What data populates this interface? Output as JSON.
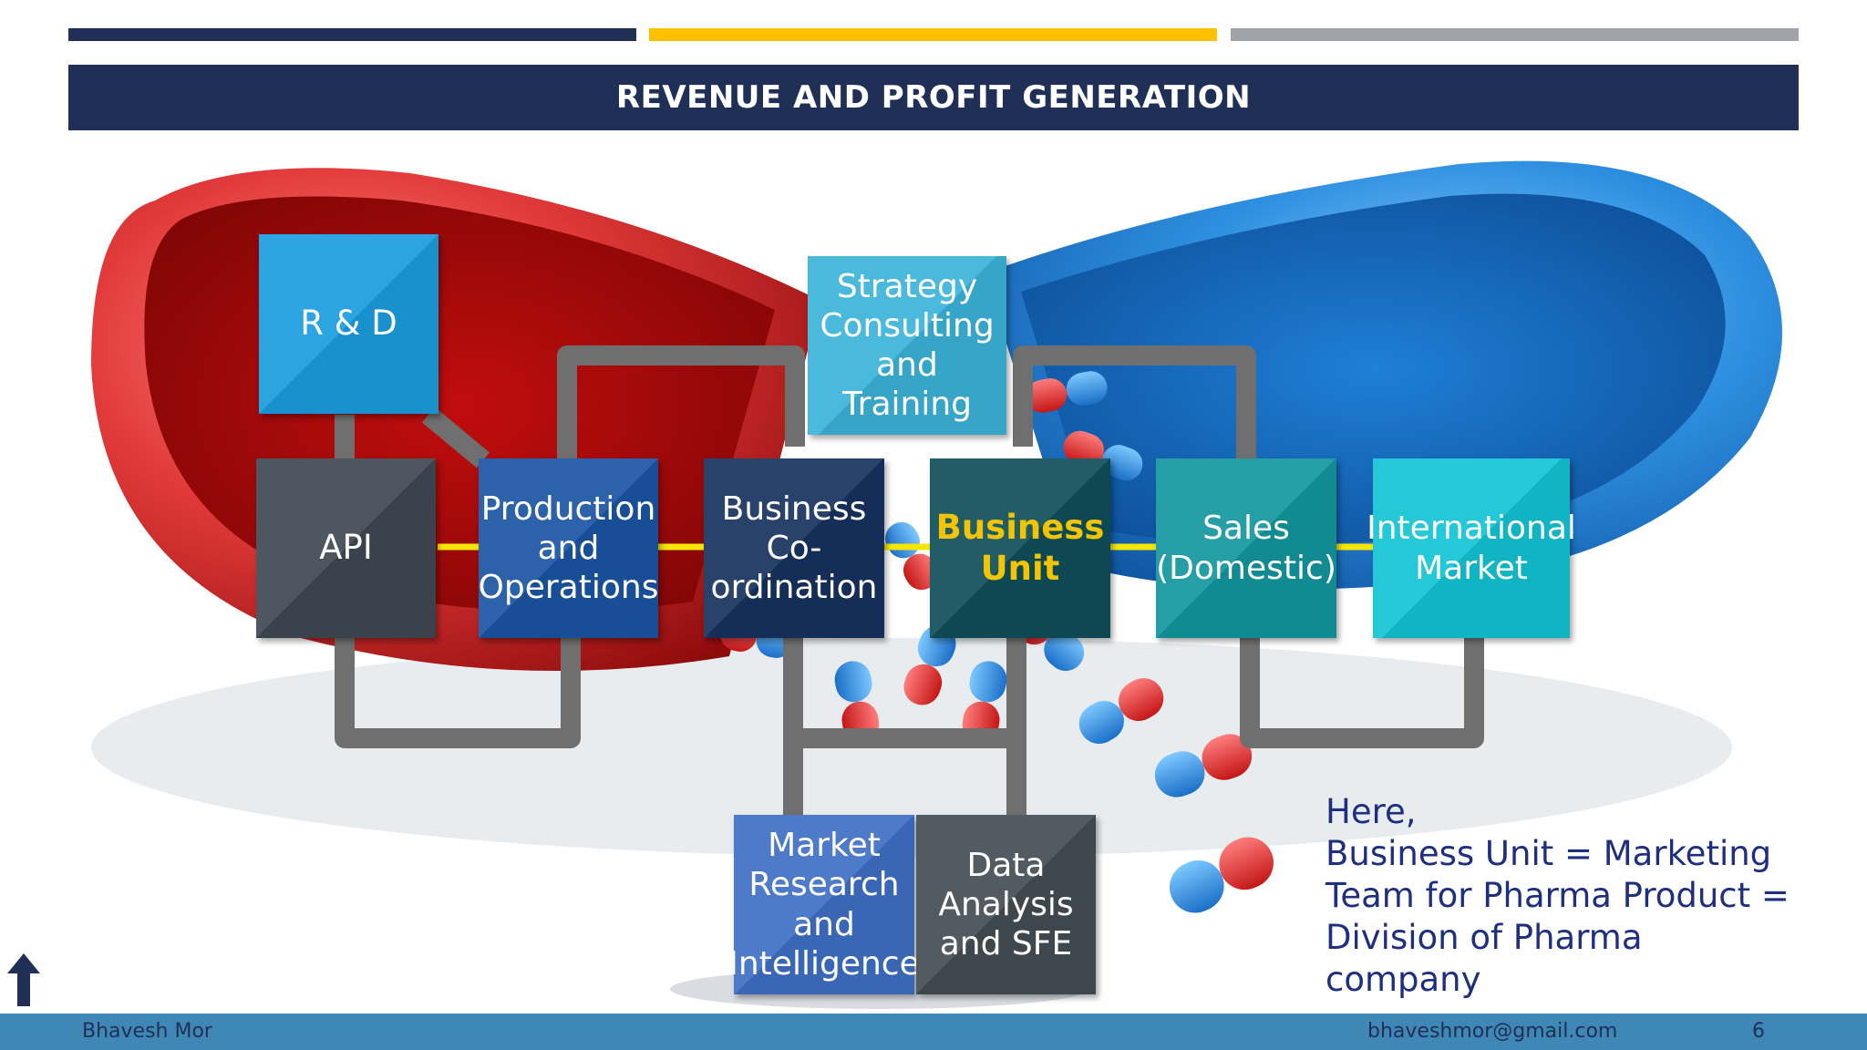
{
  "header": {
    "title": "REVENUE AND PROFIT GENERATION",
    "bar_colors": [
      "#1f2f56",
      "#ffc000",
      "#a0a4a8"
    ]
  },
  "diagram": {
    "nodes": {
      "rnd": "R & D",
      "strategy": "Strategy Consulting and Training",
      "api": "API",
      "production": "Production and Operations",
      "business_coordination": "Business Co-ordination",
      "business_unit": "Business Unit",
      "sales_domestic": "Sales (Domestic)",
      "international": "International Market",
      "market_research": "Market Research and Intelligence",
      "data_analysis": "Data Analysis and SFE"
    },
    "colors": {
      "connector": "#6f6f6f",
      "chain_link": "#f5e600",
      "business_unit_text": "#f2c500"
    }
  },
  "note": {
    "lines": [
      "Here,",
      "Business Unit = Marketing",
      "Team for Pharma Product =",
      "Division of Pharma",
      "company"
    ]
  },
  "footer": {
    "author": "Bhavesh Mor",
    "email": "bhaveshmor@gmail.com",
    "page": "6"
  },
  "nav": {
    "icon": "up-arrow-icon"
  }
}
